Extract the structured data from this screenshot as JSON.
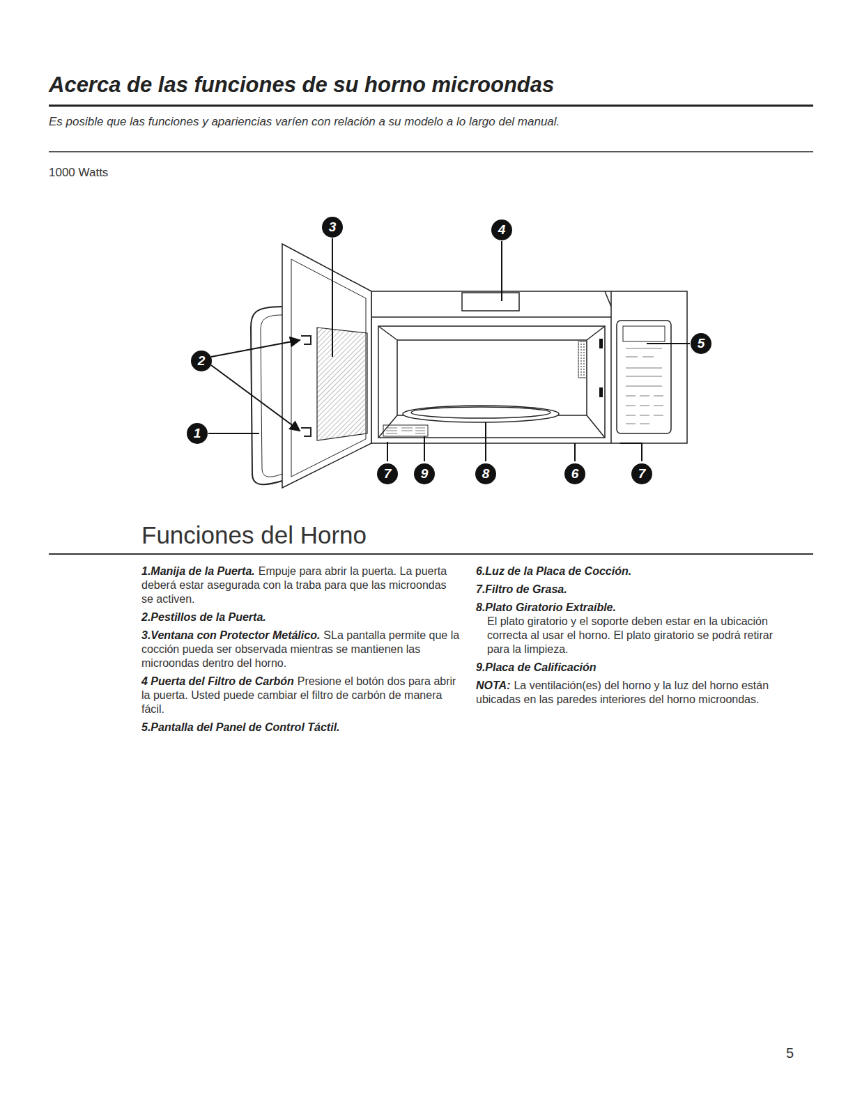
{
  "diagram": {
    "title": "Acerca de las funciones de su horno microondas",
    "labels": [
      "Es posible que las funciones y apariencias varíen con relación a su modelo a lo largo del manual.",
      "1000 Watts",
      "3",
      "4",
      "5",
      "2",
      "1",
      "7",
      "9",
      "8",
      "6",
      "7",
      "Funciones del Horno",
      "1.Manija de la Puerta.",
      "Empuje para abrir la puerta. La puerta deberá estar asegurada con la traba para que las microondas se activen.",
      "2.Pestillos de la Puerta.",
      "3.Ventana con Protector Metálico.",
      "SLa pantalla permite que la cocción pueda ser observada mientras se mantienen las microondas dentro del horno.",
      "4 Puerta del Filtro de Carbón",
      "Presione el botón dos para abrir la puerta. Usted puede cambiar el filtro de carbón de manera fácil.",
      "5.Pantalla del Panel de Control Táctil.",
      "6.Luz de la Placa de Cocción.",
      "7.Filtro de Grasa.",
      "8.Plato Giratorio Extraíble.",
      "El plato giratorio y el soporte deben estar en la ubicación correcta al usar el horno. El plato giratorio se podrá retirar para la limpieza.",
      "9.Placa de Calificación",
      "NOTA:",
      "La ventilación(es) del horno y la luz del horno están ubicadas en las paredes interiores del horno microondas.",
      "5"
    ]
  }
}
